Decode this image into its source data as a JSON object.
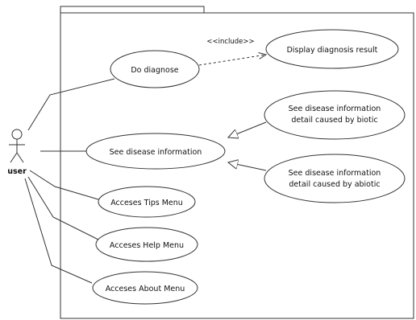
{
  "actor": {
    "label": "user"
  },
  "relation": {
    "stereotype": "<<include>>"
  },
  "use_cases": {
    "do_diagnose": {
      "lines": [
        "Do diagnose"
      ]
    },
    "display_result": {
      "lines": [
        "Display diagnosis result"
      ]
    },
    "see_disease_info": {
      "lines": [
        "See disease information"
      ]
    },
    "biotic_detail": {
      "lines": [
        "See disease information",
        "detail caused by biotic"
      ]
    },
    "abiotic_detail": {
      "lines": [
        "See disease information",
        "detail caused by abiotic"
      ]
    },
    "tips_menu": {
      "lines": [
        "Acceses Tips Menu"
      ]
    },
    "help_menu": {
      "lines": [
        "Acceses Help Menu"
      ]
    },
    "about_menu": {
      "lines": [
        "Acceses About Menu"
      ]
    }
  }
}
